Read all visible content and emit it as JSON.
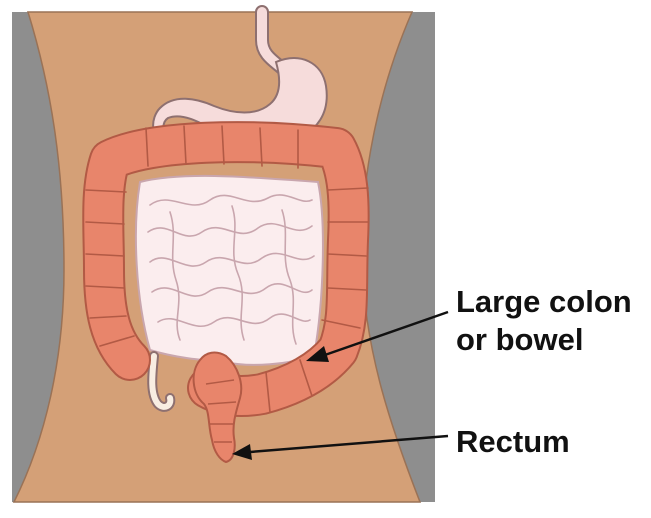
{
  "labels": {
    "colon_line1": "Large colon",
    "colon_line2": "or bowel",
    "rectum": "Rectum"
  },
  "colors": {
    "skin": "#D4A077",
    "body_outline": "#9a7256",
    "background_sides": "#8E8E8E",
    "colon": "#E8856B",
    "colon_outline": "#B25A45",
    "small_intestine": "#FBEDEE",
    "small_intestine_outline": "#C9A6AE",
    "stomach": "#F6DCDB",
    "stomach_outline": "#8E7070",
    "appendix": "#F8EDE2",
    "pointer": "#111111"
  },
  "icons": {
    "stomach": "stomach-icon",
    "small_intestine": "small-intestine-icon",
    "colon": "colon-icon",
    "rectum": "rectum-icon",
    "appendix": "appendix-icon"
  }
}
